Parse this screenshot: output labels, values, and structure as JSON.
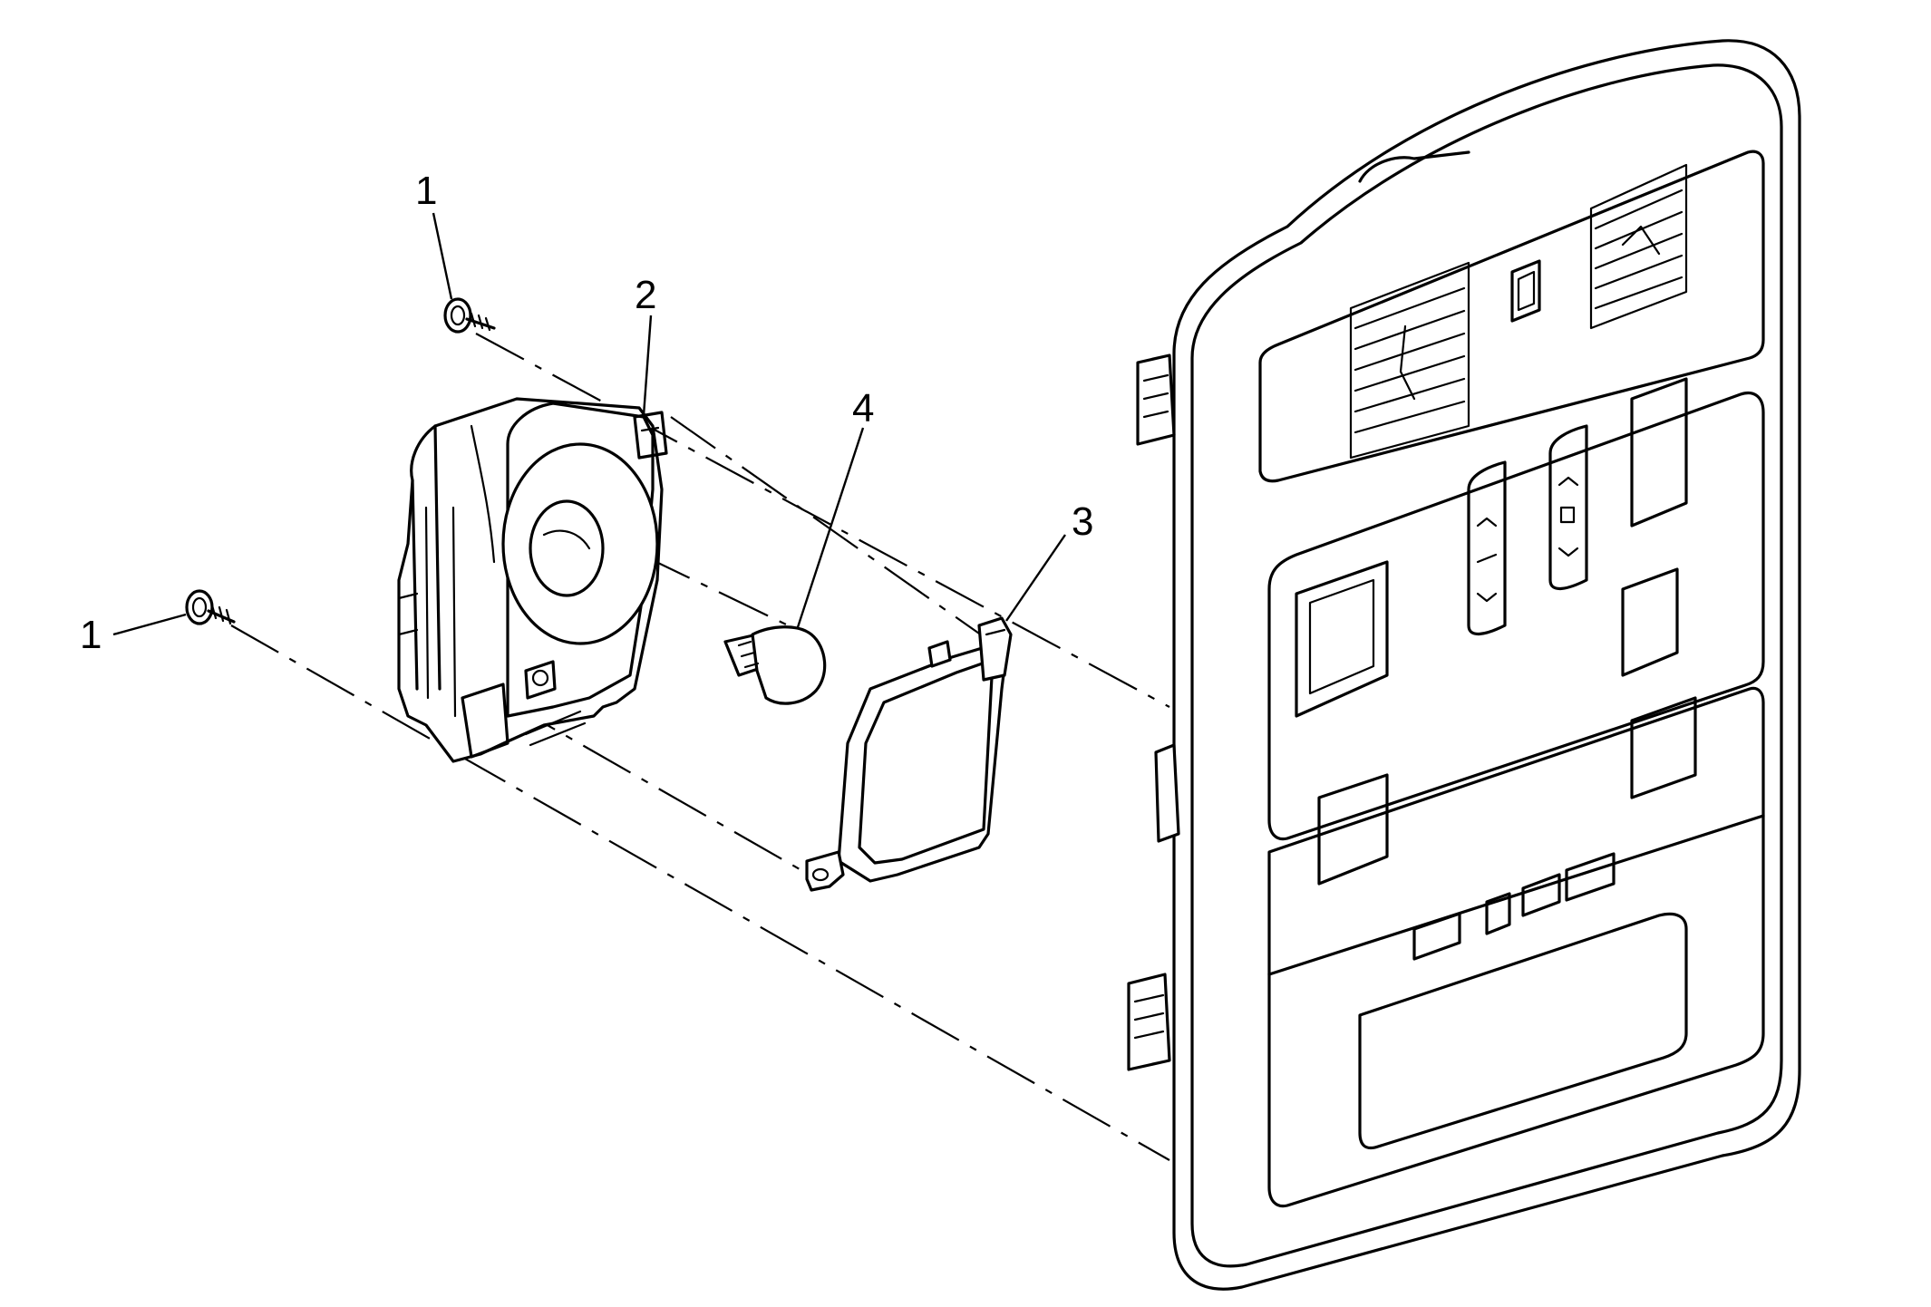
{
  "callouts": [
    {
      "id": "screw-upper",
      "label": "1"
    },
    {
      "id": "screw-lower",
      "label": "1"
    },
    {
      "id": "lamp-housing",
      "label": "2"
    },
    {
      "id": "lens",
      "label": "3"
    },
    {
      "id": "bulb",
      "label": "4"
    }
  ],
  "components": {
    "screw": "screw-icon",
    "housing": "lamp-housing-icon",
    "bulb": "bulb-icon",
    "lens": "lens-icon",
    "console": "overhead-console-icon"
  }
}
